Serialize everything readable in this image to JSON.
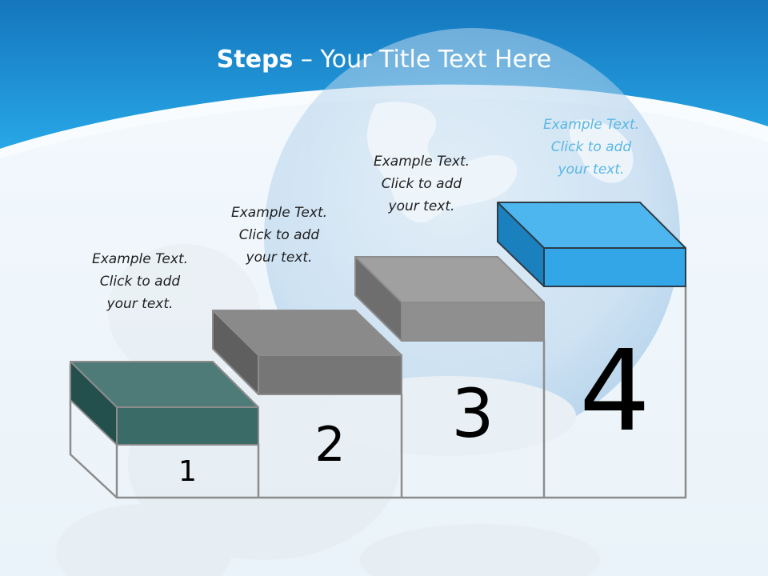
{
  "slide": {
    "title_bold": "Steps",
    "title_rest": " – Your Title Text Here",
    "colors": {
      "header_blue": "#1e8ad0",
      "step1": "#2d5c5a",
      "step2": "#7a7a7a",
      "step3": "#8f8f8f",
      "step4": "#32a6e6",
      "accent_text": "#5ab6e6"
    }
  },
  "steps": [
    {
      "number": "1",
      "caption": [
        "Example Text.",
        "Click  to add",
        "your text."
      ]
    },
    {
      "number": "2",
      "caption": [
        "Example Text.",
        "Click  to add",
        "your text."
      ]
    },
    {
      "number": "3",
      "caption": [
        "Example Text.",
        "Click  to add",
        "your text."
      ]
    },
    {
      "number": "4",
      "caption": [
        "Example Text.",
        "Click  to add",
        "your text."
      ]
    }
  ]
}
